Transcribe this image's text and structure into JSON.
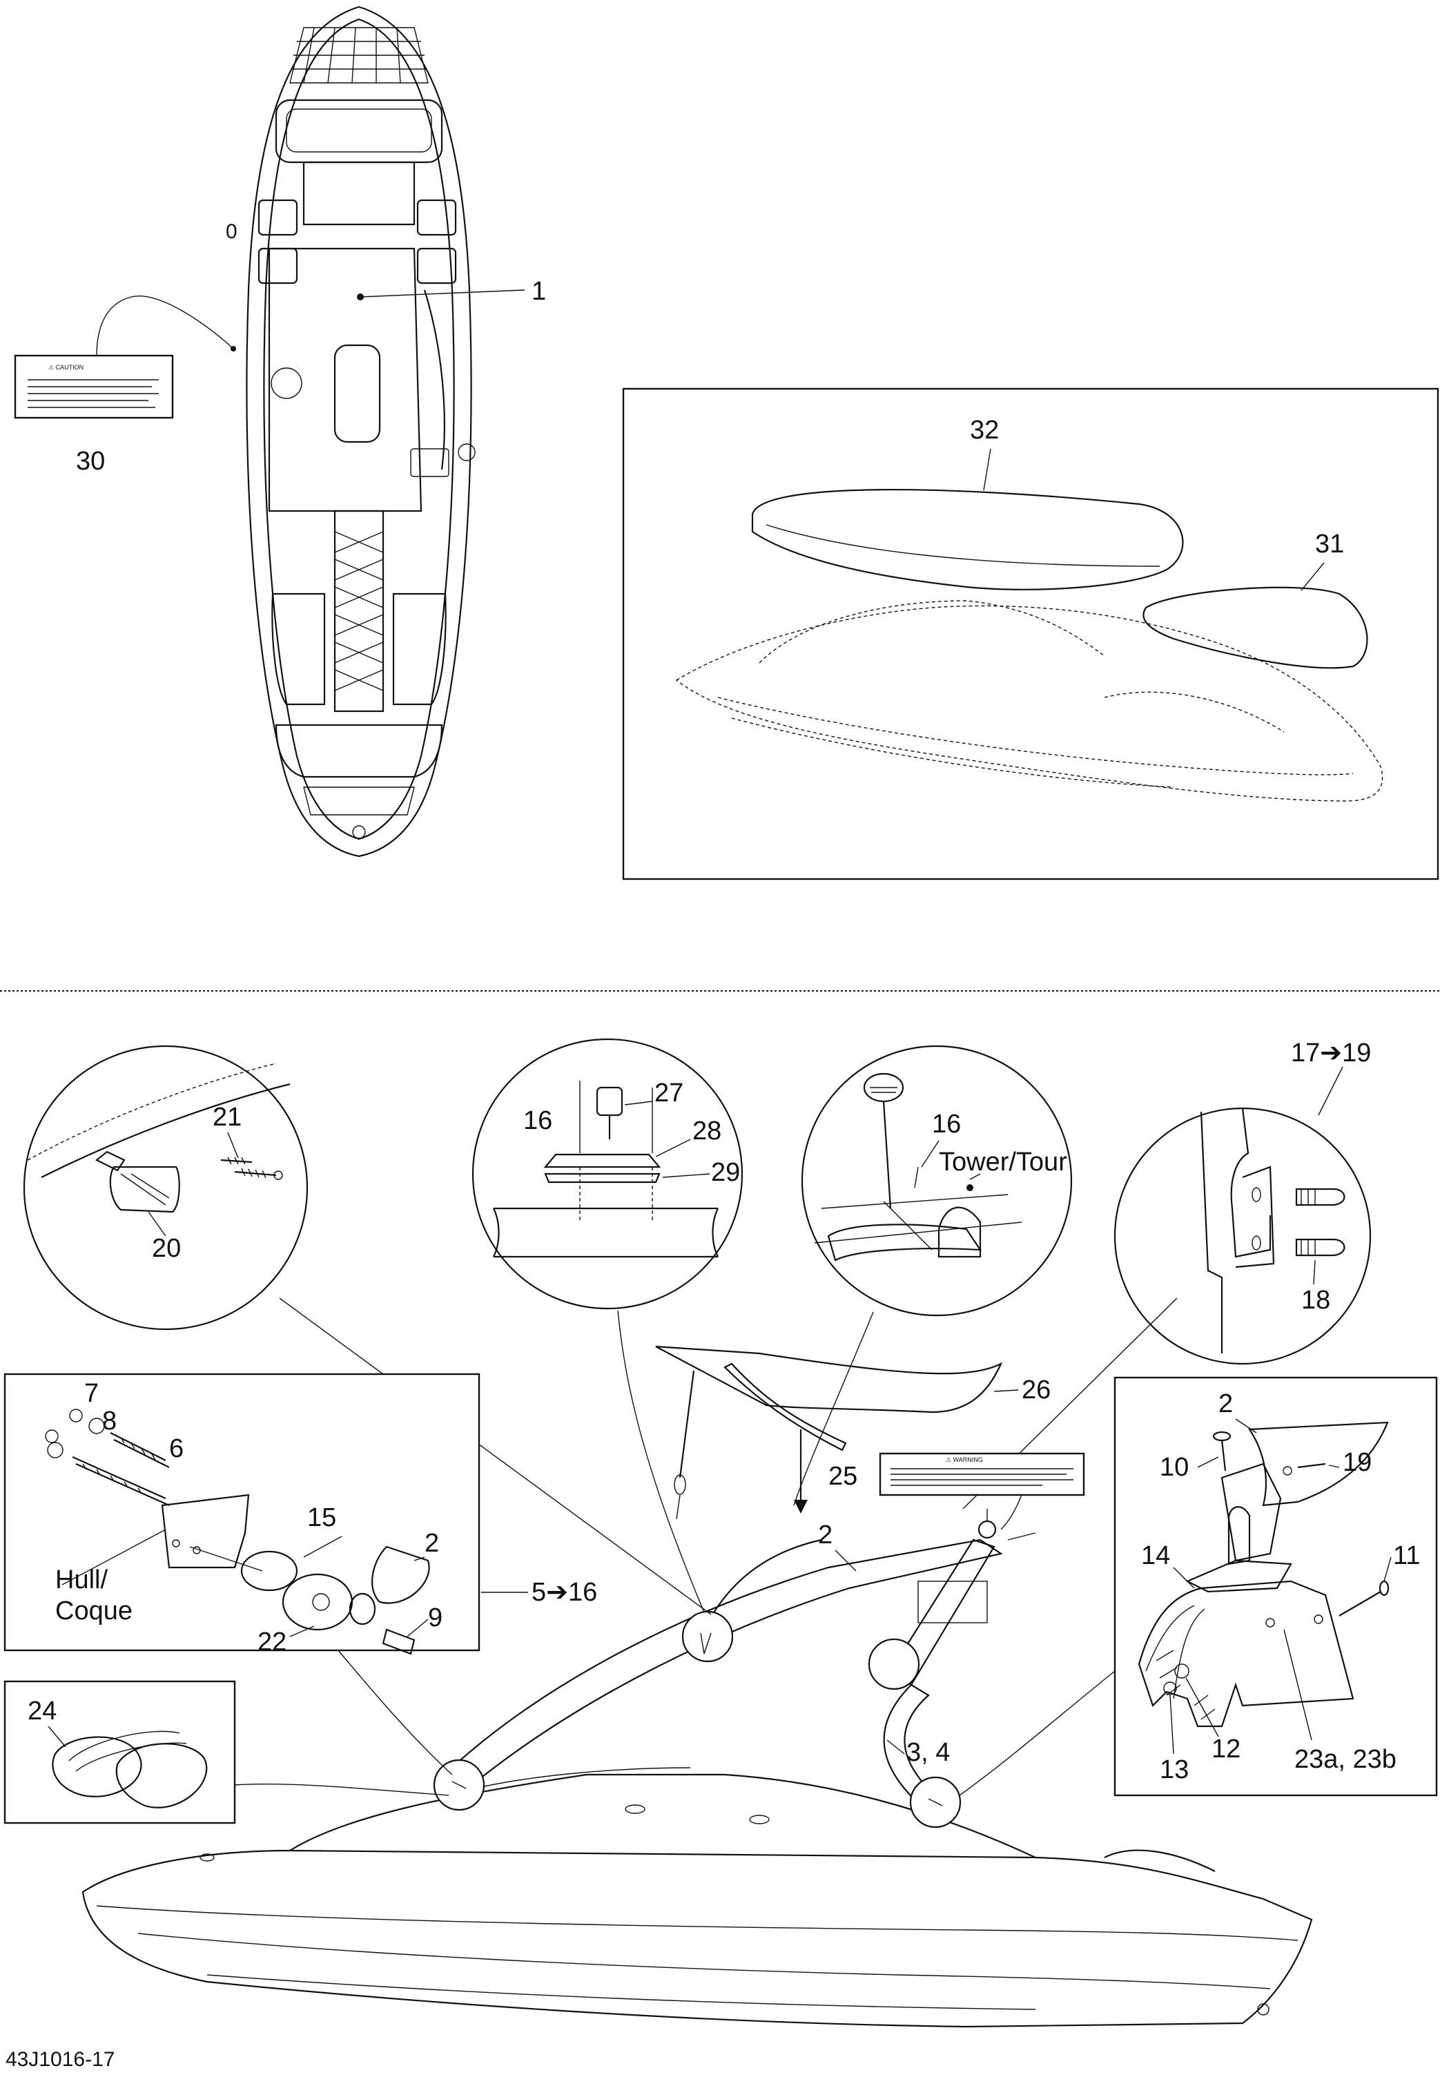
{
  "diagram_code": "43J1016-17",
  "callouts": {
    "c1": "1",
    "c2a": "2",
    "c2b": "2",
    "c2c": "2",
    "c3_4": "3, 4",
    "c5_16": "5➔16",
    "c6": "6",
    "c7": "7",
    "c8": "8",
    "c9": "9",
    "c10": "10",
    "c11": "11",
    "c12": "12",
    "c13": "13",
    "c14": "14",
    "c15": "15",
    "c16a": "16",
    "c16b": "16",
    "c17_19": "17➔19",
    "c18": "18",
    "c19": "19",
    "c20": "20",
    "c21": "21",
    "c22": "22",
    "c23": "23a, 23b",
    "c24": "24",
    "c25": "25",
    "c26": "26",
    "c27": "27",
    "c28": "28",
    "c29": "29",
    "c30": "30",
    "c31": "31",
    "c32": "32"
  },
  "labels": {
    "hull_line1": "Hull/",
    "hull_line2": "Coque",
    "tower": "Tower/Tour"
  },
  "decals": {
    "caution_title": "⚠ CAUTION",
    "warning_title": "⚠ WARNING"
  }
}
